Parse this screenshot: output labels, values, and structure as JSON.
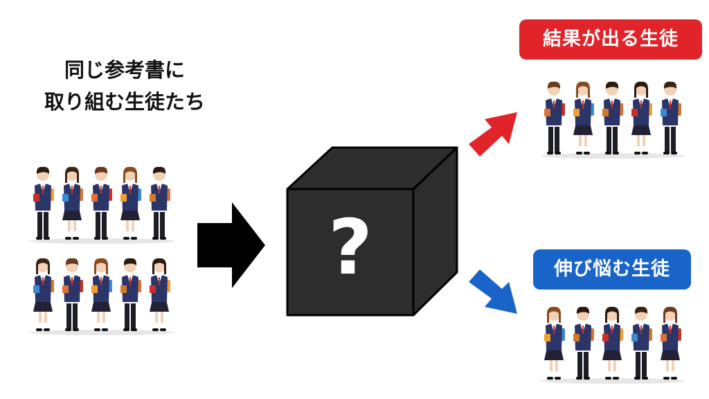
{
  "left_title": {
    "line1": "同じ参考書に",
    "line2": "取り組む生徒たち"
  },
  "black_box": {
    "symbol": "?",
    "color": "#2d2d2d"
  },
  "outcomes": {
    "success": {
      "label": "結果が出る生徒",
      "color": "#e0242a"
    },
    "struggle": {
      "label": "伸び悩む生徒",
      "color": "#1864c8"
    }
  },
  "student_groups": [
    {
      "name": "left-top",
      "count": 5
    },
    {
      "name": "left-bottom",
      "count": 5
    },
    {
      "name": "right-top",
      "count": 5
    },
    {
      "name": "right-bottom",
      "count": 5
    }
  ],
  "icons": {
    "main_arrow": "arrow-right-icon",
    "success_arrow": "arrow-up-right-icon",
    "struggle_arrow": "arrow-down-right-icon"
  }
}
